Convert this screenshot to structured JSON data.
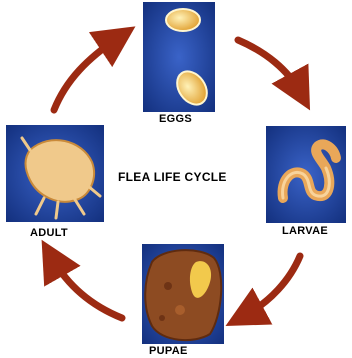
{
  "diagram": {
    "title": "FLEA LIFE CYCLE",
    "stages": {
      "eggs": "EGGS",
      "larvae": "LARVAE",
      "pupae": "PUPAE",
      "adult": "ADULT"
    },
    "colors": {
      "arrow": "#9c2a12",
      "micrograph_background": "#1f3f9e",
      "egg": "#f3c85c",
      "larva": "#efb36a",
      "pupa": "#8d4b22",
      "adult": "#f0c98b"
    }
  }
}
